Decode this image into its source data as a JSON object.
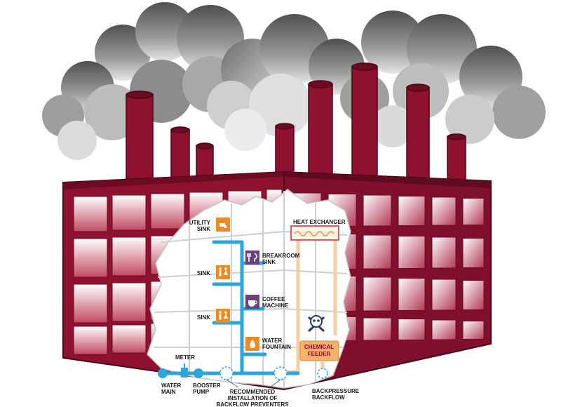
{
  "labels": {
    "utility_sink_1": "UTILITY",
    "utility_sink_2": "SINK",
    "breakroom_1": "BREAKROOM",
    "breakroom_2": "SINK",
    "sink_upper": "SINK",
    "sink_lower": "SINK",
    "coffee_1": "COFFEE",
    "coffee_2": "MACHINE",
    "fountain_1": "WATER",
    "fountain_2": "FOUNTAIN",
    "heat_exchanger": "HEAT EXCHANGER",
    "feeder_1": "CHEMICAL",
    "feeder_2": "FEEDER",
    "meter": "METER",
    "water_main_1": "WATER",
    "water_main_2": "MAIN",
    "booster_1": "BOOSTER",
    "booster_2": "PUMP",
    "recommended_1": "RECOMMENDED",
    "recommended_2": "INSTALLATION OF",
    "recommended_3": "BACKFLOW PREVENTERS",
    "backpressure_1": "BACKPRESSURE",
    "backpressure_2": "BACKFLOW"
  },
  "colors": {
    "building": "#8e1230",
    "building_dark": "#6d0b22",
    "window_glow": "#f4dde2",
    "smoke_dark": "#5e5e5e",
    "smoke_light": "#d7d7d7",
    "pipe_potable": "#2aa6dd",
    "pipe_process": "#f6cfa0",
    "icon_orange": "#ee8a1f",
    "icon_purple": "#6c3f7e",
    "label_red": "#a3002a"
  }
}
